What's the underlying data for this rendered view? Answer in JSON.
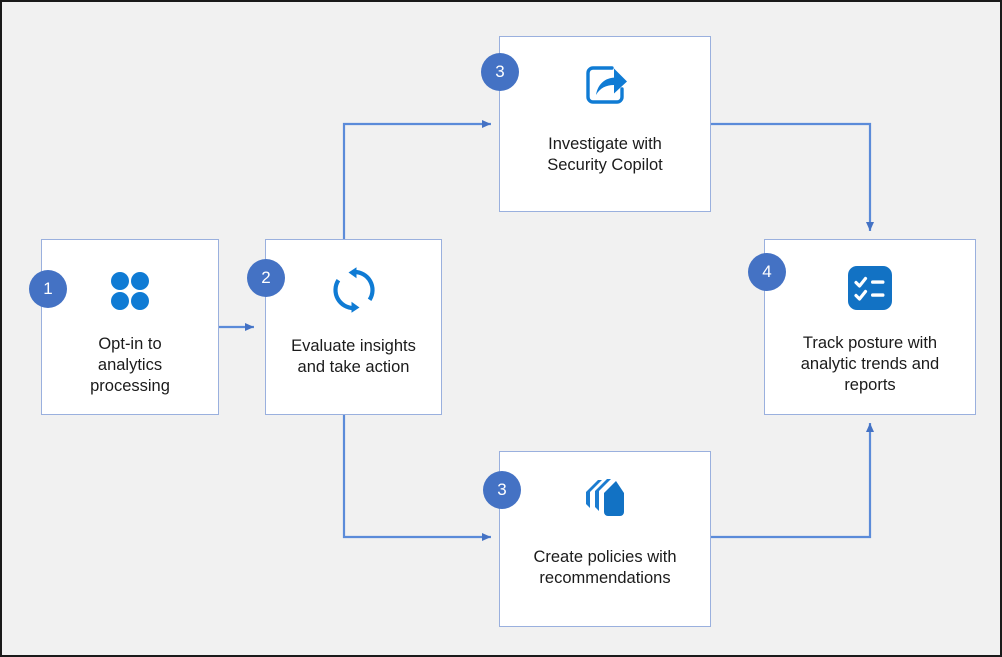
{
  "diagram": {
    "type": "flowchart",
    "background_color": "#f1f1f1",
    "border_color": "#1a1a1a",
    "node_border_color": "#9ab0de",
    "badge_color": "#4472c4",
    "icon_color": "#0f7bd4",
    "connector_color": "#5b8bd9",
    "nodes": [
      {
        "id": "node-1",
        "badge": "1",
        "icon": "four-dots-icon",
        "label": "Opt-in to\nanalytics\nprocessing"
      },
      {
        "id": "node-2",
        "badge": "2",
        "icon": "sync-refresh-icon",
        "label": "Evaluate insights\nand take action"
      },
      {
        "id": "node-3",
        "badge": "3",
        "icon": "share-export-icon",
        "label": "Investigate with\nSecurity Copilot"
      },
      {
        "id": "node-4",
        "badge": "3",
        "icon": "stacked-layers-icon",
        "label": "Create policies with\nrecommendations"
      },
      {
        "id": "node-5",
        "badge": "4",
        "icon": "checklist-icon",
        "label": "Track posture with\nanalytic trends and\nreports"
      }
    ],
    "connectors": [
      {
        "from": "node-1",
        "to": "node-2"
      },
      {
        "from": "node-2",
        "to": "node-3"
      },
      {
        "from": "node-2",
        "to": "node-4"
      },
      {
        "from": "node-3",
        "to": "node-5"
      },
      {
        "from": "node-4",
        "to": "node-5"
      }
    ]
  }
}
